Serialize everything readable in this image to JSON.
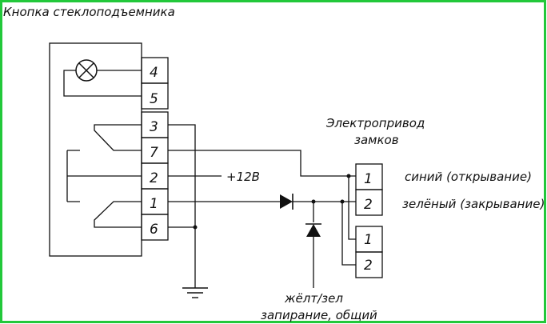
{
  "diagram": {
    "title": "Кнопка стеклоподъемника",
    "switch_pins": [
      "4",
      "5",
      "3",
      "7",
      "2",
      "1",
      "6"
    ],
    "supply_label": "+12В",
    "actuator_title_line1": "Электропривод",
    "actuator_title_line2": "замков",
    "actuator_pins": [
      "1",
      "2"
    ],
    "extra_connector_pins": [
      "1",
      "2"
    ],
    "wire_label_blue": "синий (открывание)",
    "wire_label_green": "зелёный (закрывание)",
    "common_label_line1": "жёлт/зел",
    "common_label_line2": "запирание, общий",
    "border_color": "#22c83a",
    "wire_color": "#111111"
  }
}
